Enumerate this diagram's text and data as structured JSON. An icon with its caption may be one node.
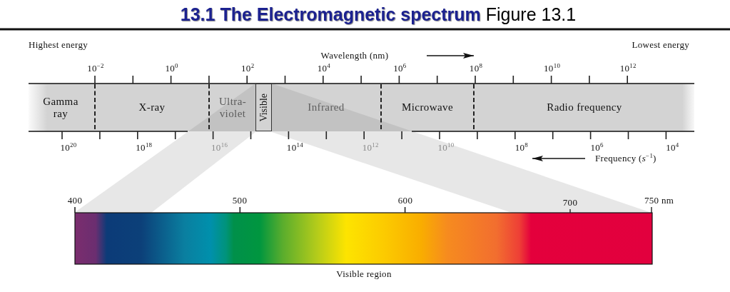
{
  "diagram": {
    "title": "**13.1 The Electromagnetic spectrum** Figure 13.1",
    "nodes": [
      {
        "text": [
          "Gamma ray"
        ]
      },
      {
        "text": [
          "X-ray"
        ]
      },
      {
        "text": [
          "Ultra- violet"
        ]
      },
      {
        "text": [
          "Visible"
        ]
      },
      {
        "text": [
          "Infrared"
        ]
      },
      {
        "text": [
          "Microwave"
        ]
      },
      {
        "text": [
          "Radio frequency"
        ]
      },
      {
        "text": [],
        "shape": "bar",
        "beside": [
          "Visible region"
        ]
      }
    ],
    "labels": [
      "Highest energy",
      "Lowest energy",
      "Wavelength (nm)",
      "10$^{−2}$",
      "10$^{0}$",
      "10$^{2}$",
      "10$^{4}$",
      "10$^{6}$",
      "10$^{8}$",
      "10$^{10}$",
      "10$^{12}$",
      "10$^{20}$",
      "10$^{18}$",
      "10$^{16}$",
      "10$^{14}$",
      "10$^{12}$",
      "10$^{10}$",
      "10$^{8}$",
      "10$^{6}$",
      "10$^{4}$",
      "Frequency (*s*$^{−1}$)",
      "400",
      "500",
      "600",
      "700",
      "750 nm"
    ]
  }
}
